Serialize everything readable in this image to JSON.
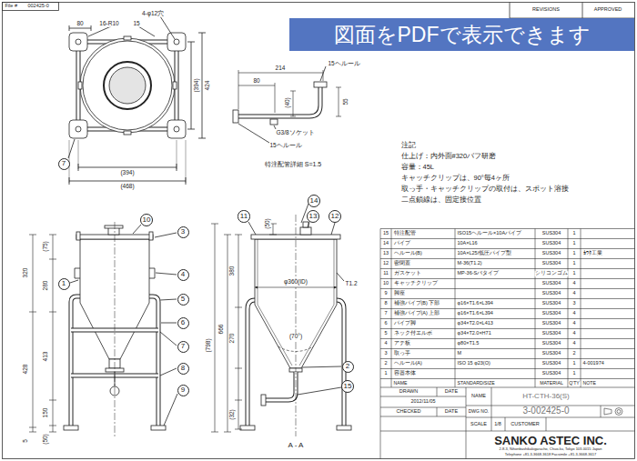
{
  "diagram": {
    "nodes": [
      {
        "text": [
          "図面をPDFで表示できます"
        ]
      },
      {
        "text": [
          "7"
        ]
      },
      {
        "text": [
          "10"
        ]
      },
      {
        "text": [
          "3"
        ]
      },
      {
        "text": [
          "1"
        ]
      },
      {
        "text": [
          "4"
        ]
      },
      {
        "text": [
          "5"
        ]
      },
      {
        "text": [
          "6"
        ]
      },
      {
        "text": [
          "7"
        ]
      },
      {
        "text": [
          "8"
        ]
      },
      {
        "text": [
          "9"
        ]
      },
      {
        "text": [
          "11"
        ]
      },
      {
        "text": [
          "14"
        ]
      },
      {
        "text": [
          "13"
        ]
      },
      {
        "text": [
          "12"
        ]
      },
      {
        "text": [
          "2"
        ]
      },
      {
        "text": [
          "15"
        ]
      }
    ],
    "labels": [
      "File #",
      "002425-0",
      "REVISIONS",
      "APPROVED",
      "80",
      "16-R10",
      "4-φ12穴",
      "15",
      "(394)",
      "424",
      "(394)",
      "(468)",
      "214",
      "80",
      "(40)",
      "15ヘルール",
      "55",
      "G3/8ソケット",
      "15ヘルール",
      "特注配管詳細 S=1.5",
      "注記",
      "仕上げ：内外面#320バフ研磨",
      "容量：45L",
      "キャッチクリップは、90°毎4ヶ所",
      "取っ手・キャッチクリップの取付は、スポット溶接",
      "二点鎖線は、固定接位置",
      "320",
      "(75)",
      "280",
      "428",
      "413",
      "150",
      "(50)",
      "5",
      "(50)",
      "380",
      "666",
      "(798)",
      "270",
      "(32)",
      "φ360(ID)",
      "T1.2",
      "(70°)",
      "A - A",
      "NAME",
      "STANDARD/SIZE",
      "MATERIAL",
      "Q'TY",
      "NOTE",
      "15",
      "特注配管",
      "ISO15ヘルール×10Aパイプ",
      "SUS304",
      "1",
      "14",
      "パイプ",
      "10A×L16",
      "SUS304",
      "1",
      "13",
      "ヘルール(B)",
      "10A×L25/低圧パイプ型",
      "SUS304",
      "1",
      "ｶﾜﾀ工業",
      "12",
      "密閉蓋",
      "M-36(T1.2)",
      "SUS304",
      "1",
      "11",
      "ガスケット",
      "MP-36-Sバタイプ",
      "シリコンゴム",
      "1",
      "10",
      "キャッチクリップ",
      "SUS304",
      "4",
      "9",
      "脚座",
      "SUS304",
      "4",
      "8",
      "補強パイプ(B) 下部",
      "φ16×T1.6×L394",
      "SUS304",
      "3",
      "7",
      "補強パイプ(A) 上部",
      "φ16×T1.6×L394",
      "SUS304",
      "4",
      "6",
      "パイプ脚",
      "φ34×T2.0×L413",
      "SUS304",
      "4",
      "5",
      "ネック付エルボ",
      "φ34×T2.0×H71",
      "SUS304",
      "4",
      "4",
      "アテ板",
      "φ80×T1.5",
      "SUS304",
      "4",
      "3",
      "取っ手",
      "M",
      "SUS304",
      "2",
      "2",
      "ヘルール(A)",
      "ISO 15 φ23(O)",
      "SUS304",
      "1",
      "4-001974",
      "1",
      "容器本体",
      "SUS304",
      "1",
      "DRAWN",
      "DATE",
      "2012/11/05",
      "CHECKED",
      "DATE",
      "NAME",
      "HT-CTH-36(S)",
      "DWG NO.",
      "3-002425-0",
      "SCALE",
      "1/8",
      "CUSTOMER",
      "SANKO ASTEC INC.",
      "2-8-3, Nihonbashikakigaracho, Chuo-ku, Tokyo 103-0015 Japan",
      "Telephone +81-3-3668-3618 Facsimile +81-3-3668-3617"
    ]
  }
}
